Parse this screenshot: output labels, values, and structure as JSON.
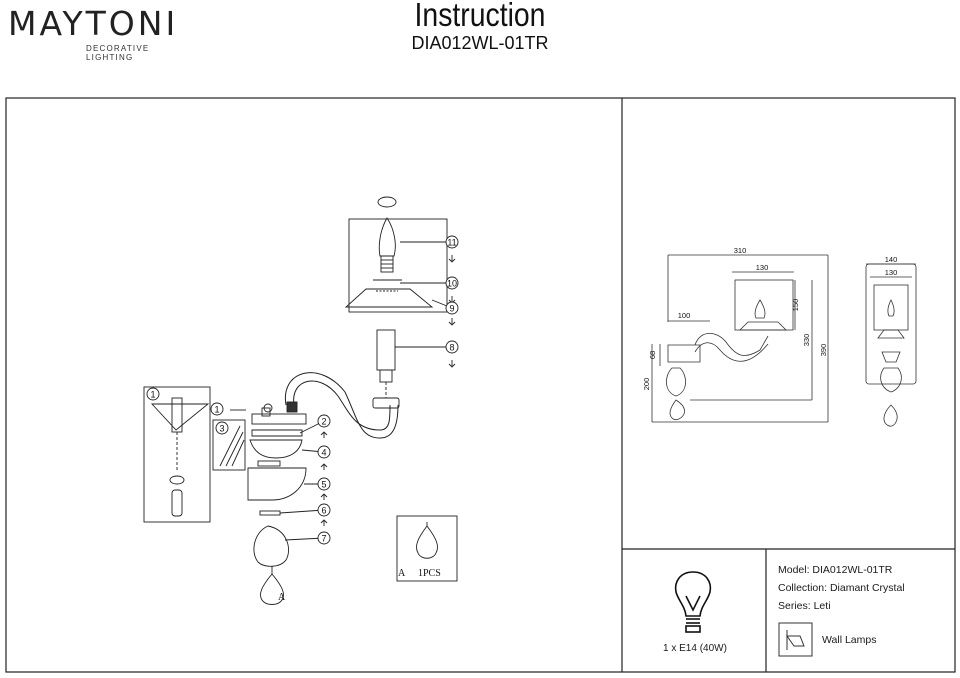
{
  "brand": {
    "name": "MAYTONI",
    "tagline": "DECORATIVE LIGHTING"
  },
  "document": {
    "title": "Instruction",
    "model_code": "DIA012WL-01TR"
  },
  "assembly": {
    "parts": [
      "1",
      "2",
      "3",
      "4",
      "5",
      "6",
      "7",
      "8",
      "9",
      "10",
      "11"
    ],
    "detail_label": "A",
    "detail_qty": "1PCS",
    "crystal_label": "A"
  },
  "dimensions": {
    "front": {
      "width_total": "310",
      "shade_width": "130",
      "bracket_depth": "100",
      "shade_height": "150",
      "mid_height": "330",
      "total_height": "390",
      "plate_height": "68",
      "body_height": "200"
    },
    "side": {
      "width_total": "140",
      "shade_width": "130"
    }
  },
  "lamp_spec": {
    "bulb": "1 x E14 (40W)"
  },
  "product_info": {
    "model": "Model: DIA012WL-01TR",
    "collection": "Collection: Diamant Crystal",
    "series": "Series: Leti",
    "category": "Wall Lamps"
  },
  "icons": [
    "bulb-icon",
    "wall-lamp-icon"
  ]
}
